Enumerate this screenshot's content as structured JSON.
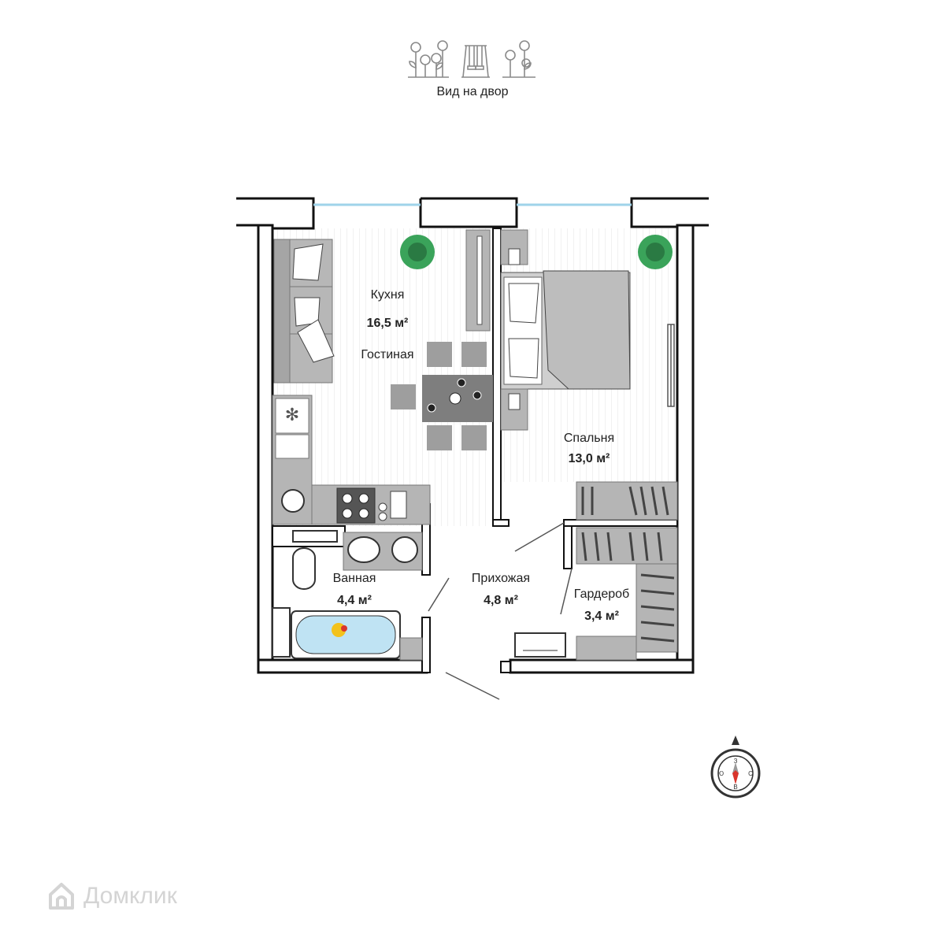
{
  "view": {
    "label": "Вид на двор"
  },
  "rooms": {
    "kitchen": {
      "name": "Кухня",
      "area": "16,5 м²",
      "name2": "Гостиная"
    },
    "bedroom": {
      "name": "Спальня",
      "area": "13,0 м²"
    },
    "bathroom": {
      "name": "Ванная",
      "area": "4,4 м²"
    },
    "hallway": {
      "name": "Прихожая",
      "area": "4,8 м²"
    },
    "wardrobe": {
      "name": "Гардероб",
      "area": "3,4 м²"
    }
  },
  "compass": {
    "north": "З",
    "east": "С",
    "south": "В",
    "west": "Ю"
  },
  "watermark": {
    "text": "Домклик"
  },
  "colors": {
    "wall": "#111111",
    "window": "#9fd3ea",
    "furniture": "#a9a9a9",
    "plant": "#3aa35a",
    "compass_needle": "#d9352c"
  }
}
